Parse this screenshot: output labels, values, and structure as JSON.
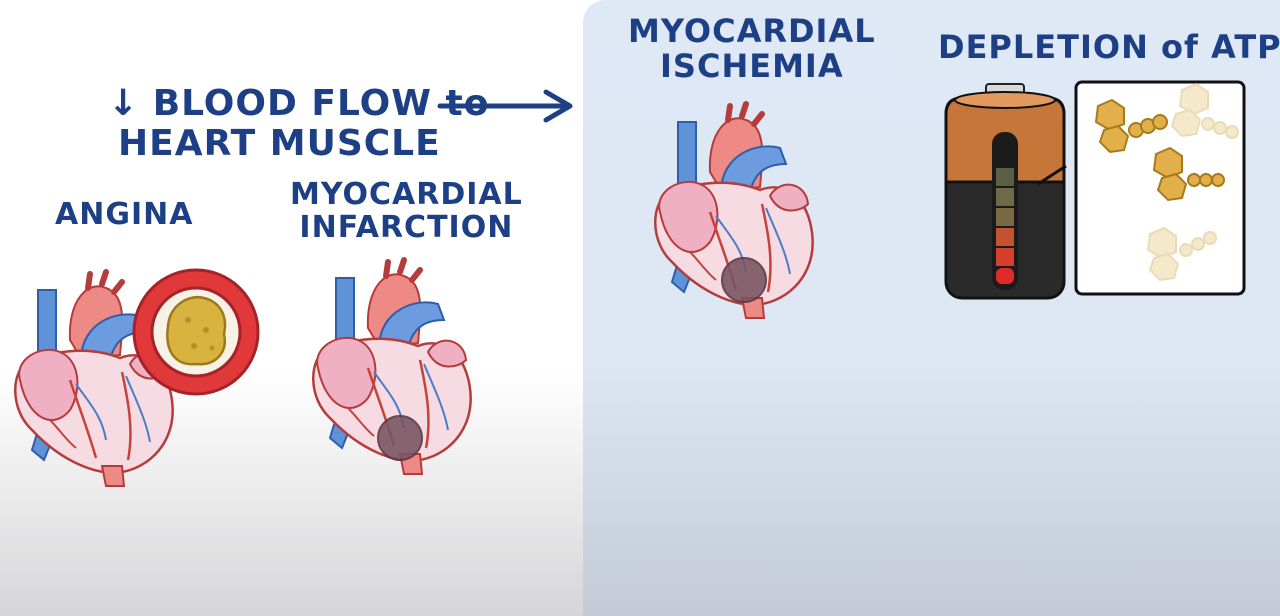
{
  "cause": {
    "line1": "↓ BLOOD FLOW to",
    "line2": "HEART MUSCLE"
  },
  "angina": {
    "label": "ANGINA"
  },
  "infarction": {
    "line1": "MYOCARDIAL",
    "line2": "INFARCTION"
  },
  "ischemia": {
    "line1": "MYOCARDIAL",
    "line2": "ISCHEMIA"
  },
  "atp": {
    "label": "DEPLETION of ATP"
  },
  "colors": {
    "ink": "#1c3f86",
    "heart_pink": "#f2b8c6",
    "vessel_blue": "#5f92d6",
    "artery_red": "#e06a6a",
    "plaque_yellow": "#d9b340",
    "battery_copper": "#c7763a"
  }
}
